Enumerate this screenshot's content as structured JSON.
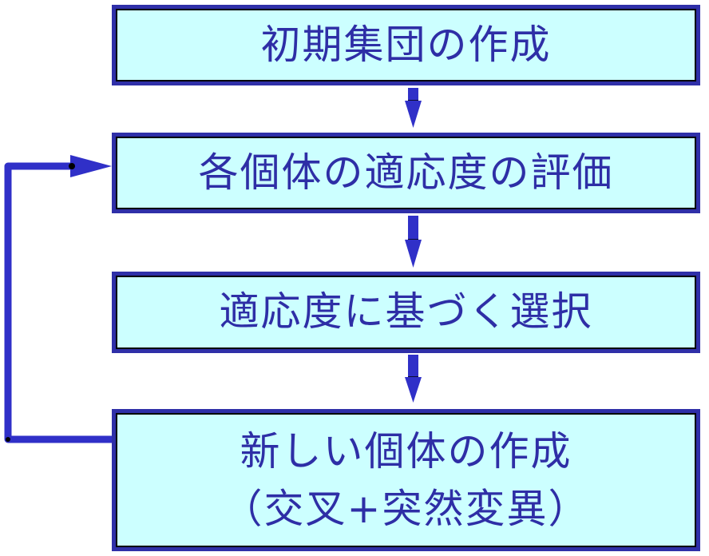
{
  "steps": [
    {
      "line1": "初期集団の作成"
    },
    {
      "line1": "各個体の適応度の評価"
    },
    {
      "line1": "適応度に基づく選択"
    },
    {
      "line1": "新しい個体の作成",
      "line2": "（交叉+突然変異）"
    }
  ],
  "colors": {
    "box_fill": "#ccffff",
    "box_border": "#2f2fa8",
    "text": "#2e2ea6",
    "arrow": "#3030c8"
  }
}
